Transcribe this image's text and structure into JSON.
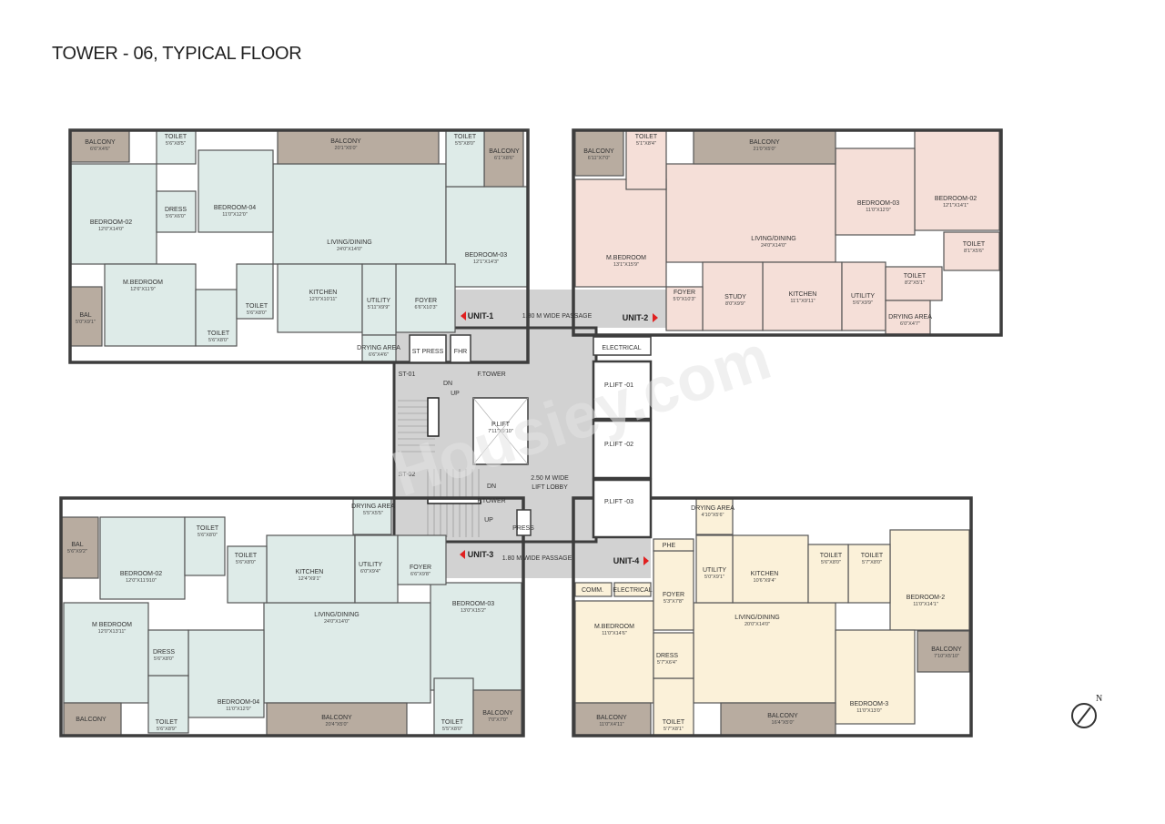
{
  "title": "TOWER - 06, TYPICAL FLOOR",
  "watermark": "Housiey.com",
  "compass_label": "N",
  "colors": {
    "unit1": "#deebe8",
    "unit2": "#f5dfd8",
    "unit3": "#deebe8",
    "unit4": "#fbf1d9",
    "balcony": "#b8aca0",
    "core": "#d2d2d2",
    "wall": "#3d3d3d",
    "arrow": "#e02020"
  },
  "units": [
    {
      "name": "UNIT-1",
      "rooms": [
        {
          "name": "BALCONY",
          "dim": "6'6\"X4'6\""
        },
        {
          "name": "TOILET",
          "dim": "5'6\"X8'5\""
        },
        {
          "name": "BEDROOM-02",
          "dim": "12'0\"X14'0\""
        },
        {
          "name": "DRESS",
          "dim": "5'6\"X6'0\""
        },
        {
          "name": "BEDROOM-04",
          "dim": "11'0\"X12'0\""
        },
        {
          "name": "BALCONY",
          "dim": "20'1\"X5'0\""
        },
        {
          "name": "LIVING/DINING",
          "dim": "24'0\"X14'0\""
        },
        {
          "name": "TOILET",
          "dim": "5'5\"X8'0\""
        },
        {
          "name": "BALCONY",
          "dim": "6'1\"X8'6\""
        },
        {
          "name": "BEDROOM-03",
          "dim": "12'1\"X14'3\""
        },
        {
          "name": "M.BEDROOM",
          "dim": "12'6\"X11'9\""
        },
        {
          "name": "BAL",
          "dim": "5'0\"X9'1\""
        },
        {
          "name": "TOILET",
          "dim": "5'6\"X8'0\""
        },
        {
          "name": "TOILET",
          "dim": "5'6\"X8'0\""
        },
        {
          "name": "KITCHEN",
          "dim": "12'0\"X10'11\""
        },
        {
          "name": "UTILITY",
          "dim": "5'11\"X9'9\""
        },
        {
          "name": "FOYER",
          "dim": "6'6\"X10'3\""
        },
        {
          "name": "DRYING AREA",
          "dim": "6'6\"X4'6\""
        }
      ]
    },
    {
      "name": "UNIT-2",
      "rooms": [
        {
          "name": "BALCONY",
          "dim": "6'11\"X7'0\""
        },
        {
          "name": "TOILET",
          "dim": "5'1\"X8'4\""
        },
        {
          "name": "BALCONY",
          "dim": "21'0\"X5'0\""
        },
        {
          "name": "M.BEDROOM",
          "dim": "13'1\"X15'9\""
        },
        {
          "name": "LIVING/DINING",
          "dim": "24'0\"X14'0\""
        },
        {
          "name": "BEDROOM-03",
          "dim": "11'0\"X12'0\""
        },
        {
          "name": "BEDROOM-02",
          "dim": "12'1\"X14'1\""
        },
        {
          "name": "TOILET",
          "dim": "8'1\"X5'6\""
        },
        {
          "name": "TOILET",
          "dim": "8'2\"X5'1\""
        },
        {
          "name": "FOYER",
          "dim": "5'0\"X10'3\""
        },
        {
          "name": "STUDY",
          "dim": "8'0\"X9'9\""
        },
        {
          "name": "KITCHEN",
          "dim": "11'1\"X9'11\""
        },
        {
          "name": "UTILITY",
          "dim": "5'6\"X9'9\""
        },
        {
          "name": "DRYING AREA",
          "dim": "6'0\"X4'7\""
        }
      ]
    },
    {
      "name": "UNIT-3",
      "rooms": [
        {
          "name": "BAL",
          "dim": "5'6\"X9'2\""
        },
        {
          "name": "BEDROOM-02",
          "dim": "12'0\"X11'910\""
        },
        {
          "name": "TOILET",
          "dim": "5'6\"X8'0\""
        },
        {
          "name": "TOILET",
          "dim": "5'6\"X8'0\""
        },
        {
          "name": "KITCHEN",
          "dim": "12'4\"X9'1\""
        },
        {
          "name": "UTILITY",
          "dim": "6'0\"X9'4\""
        },
        {
          "name": "DRYING AREA",
          "dim": "5'5\"X5'5\""
        },
        {
          "name": "FOYER",
          "dim": "6'6\"X9'8\""
        },
        {
          "name": "M BEDROOM",
          "dim": "12'0\"X13'11\""
        },
        {
          "name": "DRESS",
          "dim": "5'6\"X8'0\""
        },
        {
          "name": "BEDROOM-04",
          "dim": "11'0\"X12'0\""
        },
        {
          "name": "LIVING/DINING",
          "dim": "24'0\"X14'0\""
        },
        {
          "name": "BEDROOM-03",
          "dim": "13'0\"X15'2\""
        },
        {
          "name": "BALCONY",
          "dim": ""
        },
        {
          "name": "TOILET",
          "dim": "5'6\"X8'9\""
        },
        {
          "name": "BALCONY",
          "dim": "20'4\"X5'0\""
        },
        {
          "name": "TOILET",
          "dim": "5'5\"X8'0\""
        },
        {
          "name": "BALCONY",
          "dim": "7'0\"X7'0\""
        }
      ]
    },
    {
      "name": "UNIT-4",
      "rooms": [
        {
          "name": "DRYING AREA",
          "dim": "4'10\"X5'6\""
        },
        {
          "name": "UTILITY",
          "dim": "5'0\"X9'1\""
        },
        {
          "name": "KITCHEN",
          "dim": "10'6\"X9'4\""
        },
        {
          "name": "TOILET",
          "dim": "5'6\"X8'0\""
        },
        {
          "name": "TOILET",
          "dim": "5'7\"X8'0\""
        },
        {
          "name": "BEDROOM-2",
          "dim": "11'0\"X14'1\""
        },
        {
          "name": "BALCONY",
          "dim": "7'10\"X5'10\""
        },
        {
          "name": "PHE",
          "dim": ""
        },
        {
          "name": "COMM.",
          "dim": ""
        },
        {
          "name": "ELECTRICAL",
          "dim": ""
        },
        {
          "name": "FOYER",
          "dim": "5'3\"X7'8\""
        },
        {
          "name": "M.BEDROOM",
          "dim": "11'0\"X14'6\""
        },
        {
          "name": "DRESS",
          "dim": "5'7\"X6'4\""
        },
        {
          "name": "TOILET",
          "dim": "5'7\"X8'1\""
        },
        {
          "name": "LIVING/DINING",
          "dim": "20'0\"X14'0\""
        },
        {
          "name": "BALCONY",
          "dim": "11'0\"X4'11\""
        },
        {
          "name": "BALCONY",
          "dim": "16'4\"X5'0\""
        },
        {
          "name": "BEDROOM-3",
          "dim": "11'0\"X13'0\""
        }
      ]
    }
  ],
  "core": {
    "boxes": [
      {
        "name": "ST PRESS"
      },
      {
        "name": "FHR"
      },
      {
        "name": "P.LIFT",
        "dim": "7'11\"X9'10\""
      },
      {
        "name": "ELECTRICAL"
      },
      {
        "name": "P.LIFT -01"
      },
      {
        "name": "P.LIFT -02"
      },
      {
        "name": "P.LIFT -03"
      },
      {
        "name": "PRESS"
      }
    ],
    "labels": [
      "1.80 M WIDE PASSAGE",
      "1.80 M WIDE PASSAGE",
      "ST-01",
      "F.TOWER",
      "DN",
      "UP",
      "ST-02",
      "DN",
      "F.TOWER",
      "UP",
      "2.50 M WIDE",
      "LIFT LOBBY"
    ]
  }
}
